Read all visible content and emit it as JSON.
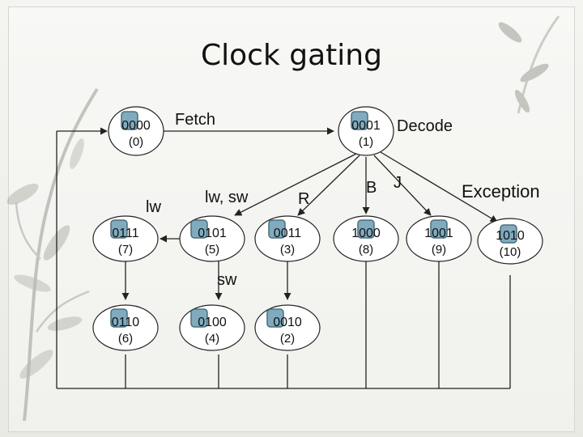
{
  "title": "Clock gating",
  "states": [
    {
      "id": "s0",
      "code": "0000",
      "num": "(0)"
    },
    {
      "id": "s1",
      "code": "0001",
      "num": "(1)"
    },
    {
      "id": "s7",
      "code": "0111",
      "num": "(7)"
    },
    {
      "id": "s5",
      "code": "0101",
      "num": "(5)"
    },
    {
      "id": "s3",
      "code": "0011",
      "num": "(3)"
    },
    {
      "id": "s8",
      "code": "1000",
      "num": "(8)"
    },
    {
      "id": "s9",
      "code": "1001",
      "num": "(9)"
    },
    {
      "id": "s10",
      "code": "1010",
      "num": "(10)"
    },
    {
      "id": "s6",
      "code": "0110",
      "num": "(6)"
    },
    {
      "id": "s4",
      "code": "0100",
      "num": "(4)"
    },
    {
      "id": "s2",
      "code": "0010",
      "num": "(2)"
    }
  ],
  "labels": {
    "fetch": "Fetch",
    "decode": "Decode",
    "lw": "lw",
    "lw_sw": "lw, sw",
    "r": "R",
    "b": "B",
    "j": "J",
    "exception": "Exception",
    "sw": "sw"
  }
}
